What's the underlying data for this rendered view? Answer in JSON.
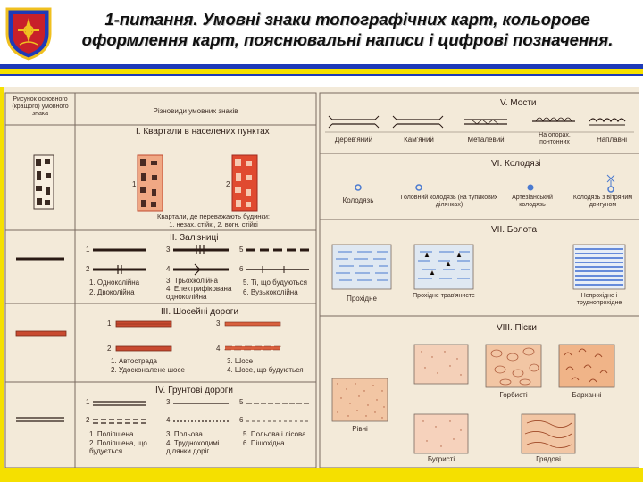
{
  "header": {
    "title_line1": "1-питання. Умовні знаки топографічних карт, кольорове",
    "title_line2": "оформлення карт, пояснювальні написи і цифрові позначення."
  },
  "colors": {
    "blue": "#1e3ab8",
    "yellow": "#f5e000",
    "paper": "#f3ead9",
    "road_red": "#c84a30",
    "ink": "#3a2a22",
    "water_blue": "#4a7ad0"
  },
  "icons": {
    "emblem": "coat-of-arms-shield-icon"
  },
  "left_table": {
    "col1_header": "Рисунок основного (кращого) умовного знака",
    "col2_header": "Різновиди умовних знаків",
    "quarters": {
      "title": "І. Квартали в населених пунктах",
      "num1": "1",
      "num2": "2",
      "caption_line1": "Квартали, де переважають будинки:",
      "caption_line2": "1. незах. стійкі, 2. вогн. стійкі"
    },
    "railways": {
      "title": "ІІ. Залізниці",
      "nums": [
        "1",
        "2",
        "3",
        "4",
        "5",
        "6"
      ],
      "items": [
        "1. Одноколійна",
        "2. Двоколійна",
        "3. Трьохколійна",
        "4. Електрифікована одноколійна",
        "5. Ті, що будуються",
        "6. Вузькоколійна"
      ]
    },
    "highways": {
      "title": "ІІІ. Шосейні дороги",
      "nums": [
        "1",
        "2",
        "3",
        "4"
      ],
      "items": [
        "1. Автострада",
        "2. Удосконалене шосе",
        "3. Шосе",
        "4. Шосе, що будуються"
      ]
    },
    "dirt_roads": {
      "title": "IV. Грунтові дороги",
      "nums": [
        "1",
        "2",
        "3",
        "4",
        "5",
        "6"
      ],
      "items": [
        "1. Поліпшена",
        "2. Поліпшена, що будується",
        "3. Польова",
        "4. Трудноходимі ділянки доріг",
        "5. Польова і лісова",
        "6. Пішохідна"
      ]
    }
  },
  "right_table": {
    "bridges": {
      "title": "V. Мости",
      "items": [
        "Дерев'яний",
        "Кам'яний",
        "Металевий",
        "На опорах, понтонних",
        "Наплавні"
      ]
    },
    "wells": {
      "title": "VІ. Колодязі",
      "items": [
        "Колодязь",
        "Головний колодязь (на тупикових ділянках)",
        "Артезіанський колодязь",
        "Колодязь з вітряним двигуном"
      ]
    },
    "swamps": {
      "title": "VІІ. Болота",
      "items": [
        "Прохідне",
        "Прохідне трав'янисте",
        "Непрохідне і труднопрохідне"
      ]
    },
    "sands": {
      "title": "VІІІ. Піски",
      "items": [
        "Рівні",
        "Горбисті",
        "Барханні",
        "Бугристі",
        "Грядові"
      ]
    }
  }
}
